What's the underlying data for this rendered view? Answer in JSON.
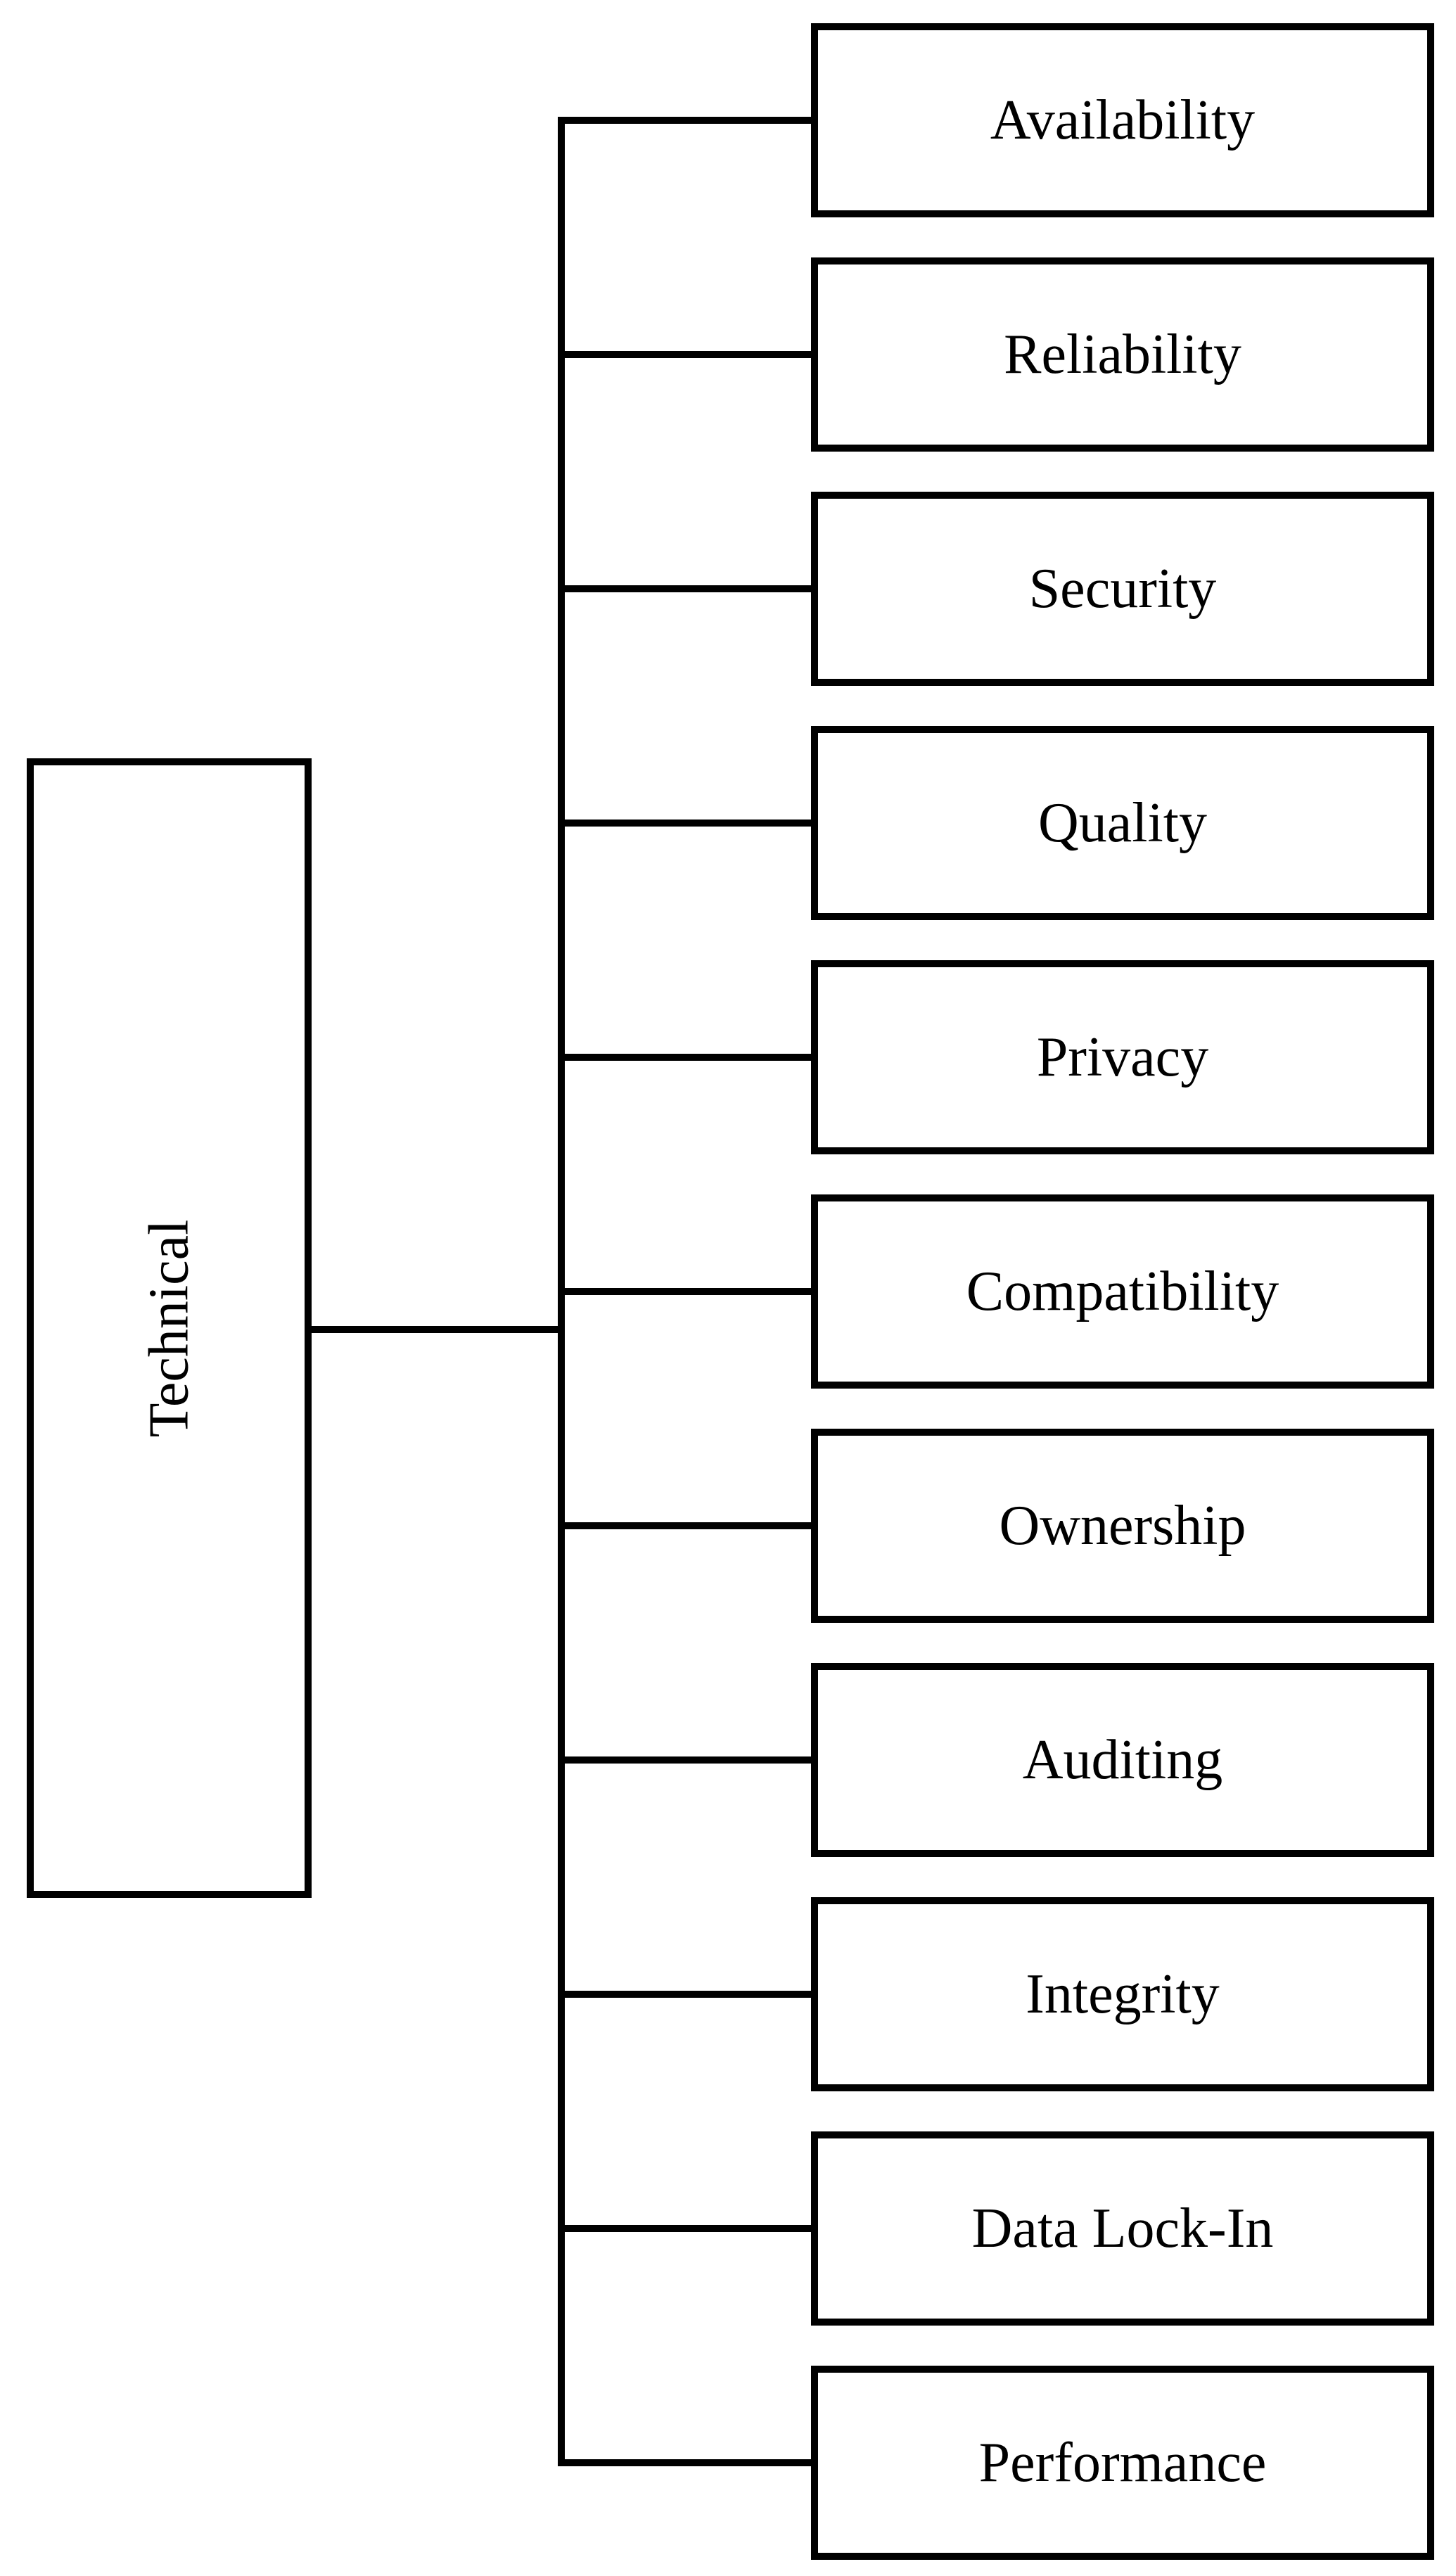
{
  "diagram": {
    "type": "hierarchy-tree",
    "orientation": "left-to-right",
    "root": {
      "label": "Technical"
    },
    "children": [
      {
        "label": "Availability"
      },
      {
        "label": "Reliability"
      },
      {
        "label": "Security"
      },
      {
        "label": "Quality"
      },
      {
        "label": "Privacy"
      },
      {
        "label": "Compatibility"
      },
      {
        "label": "Ownership"
      },
      {
        "label": "Auditing"
      },
      {
        "label": "Integrity"
      },
      {
        "label": "Data Lock-In"
      },
      {
        "label": "Performance"
      }
    ]
  },
  "colors": {
    "line": "#000000",
    "box_fill": "#ffffff",
    "text": "#000000",
    "background": "#ffffff"
  }
}
